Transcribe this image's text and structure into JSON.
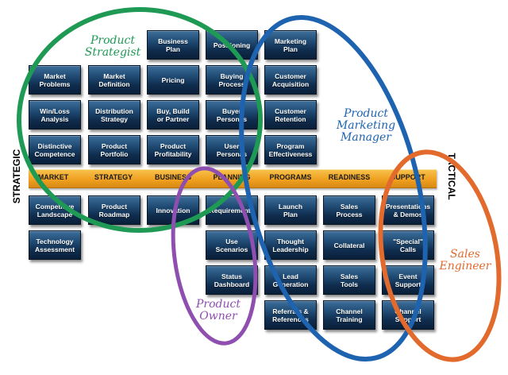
{
  "axis": {
    "strategic": "STRATEGIC",
    "tactical": "TACTICAL"
  },
  "stages": [
    "MARKET",
    "STRATEGY",
    "BUSINESS",
    "PLANNING",
    "PROGRAMS",
    "READINESS",
    "SUPPORT"
  ],
  "band_color": "#efa020",
  "box_color": "#1f4a73",
  "boxes": [
    {
      "id": "business-plan",
      "label": "Business\nPlan"
    },
    {
      "id": "positioning",
      "label": "Positioning"
    },
    {
      "id": "marketing-plan",
      "label": "Marketing\nPlan"
    },
    {
      "id": "market-problems",
      "label": "Market\nProblems"
    },
    {
      "id": "market-definition",
      "label": "Market\nDefinition"
    },
    {
      "id": "pricing",
      "label": "Pricing"
    },
    {
      "id": "buying-process",
      "label": "Buying\nProcess"
    },
    {
      "id": "customer-acquisition",
      "label": "Customer\nAcquisition"
    },
    {
      "id": "win-loss-analysis",
      "label": "Win/Loss\nAnalysis"
    },
    {
      "id": "distribution-strategy",
      "label": "Distribution\nStrategy"
    },
    {
      "id": "buy-build-or-partner",
      "label": "Buy, Build\nor Partner"
    },
    {
      "id": "buyer-personas",
      "label": "Buyer\nPersonas"
    },
    {
      "id": "customer-retention",
      "label": "Customer\nRetention"
    },
    {
      "id": "distinctive-competence",
      "label": "Distinctive\nCompetence"
    },
    {
      "id": "product-portfolio",
      "label": "Product\nPortfolio"
    },
    {
      "id": "product-profitability",
      "label": "Product\nProfitability"
    },
    {
      "id": "user-personas",
      "label": "User\nPersonas"
    },
    {
      "id": "program-effectiveness",
      "label": "Program\nEffectiveness"
    },
    {
      "id": "competitive-landscape",
      "label": "Competitive\nLandscape"
    },
    {
      "id": "product-roadmap",
      "label": "Product\nRoadmap"
    },
    {
      "id": "innovation",
      "label": "Innovation"
    },
    {
      "id": "requirements",
      "label": "Requirements"
    },
    {
      "id": "launch-plan",
      "label": "Launch\nPlan"
    },
    {
      "id": "sales-process",
      "label": "Sales\nProcess"
    },
    {
      "id": "presentations-demos",
      "label": "Presentations\n& Demos"
    },
    {
      "id": "technology-assessment",
      "label": "Technology\nAssessment"
    },
    {
      "id": "use-scenarios",
      "label": "Use\nScenarios"
    },
    {
      "id": "thought-leadership",
      "label": "Thought\nLeadership"
    },
    {
      "id": "collateral",
      "label": "Collateral"
    },
    {
      "id": "special-calls",
      "label": "\"Special\"\nCalls"
    },
    {
      "id": "status-dashboard",
      "label": "Status\nDashboard"
    },
    {
      "id": "lead-generation",
      "label": "Lead\nGeneration"
    },
    {
      "id": "sales-tools",
      "label": "Sales\nTools"
    },
    {
      "id": "event-support",
      "label": "Event\nSupport"
    },
    {
      "id": "referrals-references",
      "label": "Referrals &\nReferences"
    },
    {
      "id": "channel-training",
      "label": "Channel\nTraining"
    },
    {
      "id": "channel-support",
      "label": "Channel\nSupport"
    }
  ],
  "roles": [
    {
      "id": "product-strategist",
      "label": "Product\nStrategist",
      "color": "#1f9a55"
    },
    {
      "id": "product-marketing-manager",
      "label": "Product\nMarketing\nManager",
      "color": "#1e63b0"
    },
    {
      "id": "product-owner",
      "label": "Product\nOwner",
      "color": "#8e4fb0"
    },
    {
      "id": "sales-engineer",
      "label": "Sales\nEngineer",
      "color": "#e26a2c"
    }
  ]
}
